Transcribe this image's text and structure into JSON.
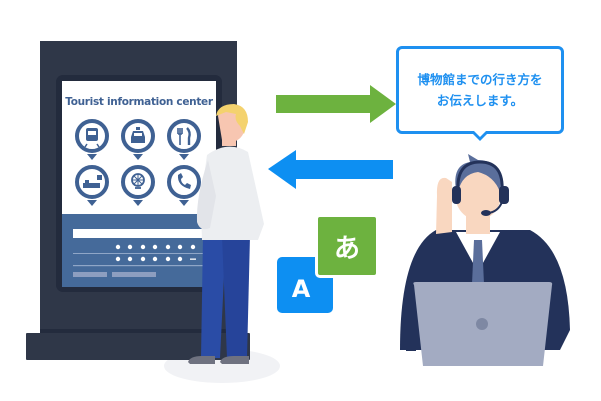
{
  "kiosk": {
    "title": "Tourist information center",
    "icons": [
      {
        "name": "train-icon"
      },
      {
        "name": "taxi-icon"
      },
      {
        "name": "restaurant-icon"
      },
      {
        "name": "hotel-bed-icon"
      },
      {
        "name": "ferris-wheel-icon"
      },
      {
        "name": "phone-icon"
      }
    ],
    "input_row_1_dots": 7,
    "input_row_2_dots": 6,
    "colors": {
      "body": "#2f3748",
      "bezel": "#232b3d",
      "screen": "#ffffff",
      "panel": "#456a9a",
      "icon": "#3f6193"
    }
  },
  "speech_bubble": {
    "line1": "博物館までの行き方を",
    "line2": "お伝えします。",
    "color": "#1e90f0"
  },
  "arrows": {
    "to_operator_color": "#6db23f",
    "to_tourist_color": "#0d8ff2"
  },
  "translation": {
    "source_label": "A",
    "target_label": "あ",
    "source_color": "#0d8ff2",
    "target_color": "#6db23f"
  },
  "operator": {
    "suit_color": "#23325a",
    "laptop_color": "#a3abc2"
  }
}
